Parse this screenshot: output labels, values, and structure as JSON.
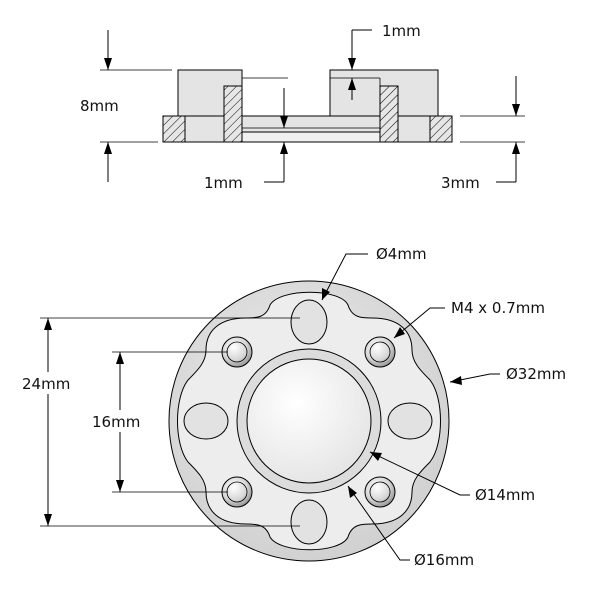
{
  "title": "",
  "labels": {
    "side_top_lip": "1mm",
    "side_height": "8mm",
    "side_bottom_lip": "1mm",
    "side_flange": "3mm",
    "hole_diameter": "Ø4mm",
    "tap_size": "M4 x 0.7mm",
    "outer_diameter": "Ø32mm",
    "pattern_24": "24mm",
    "pattern_16": "16mm",
    "bore_diameter": "Ø14mm",
    "pilot_diameter": "Ø16mm"
  },
  "colors": {
    "part_fill": "#d9d9d9",
    "part_light": "#f2f2f2",
    "hole_dark": "#9a9a9a",
    "line": "#000000"
  }
}
